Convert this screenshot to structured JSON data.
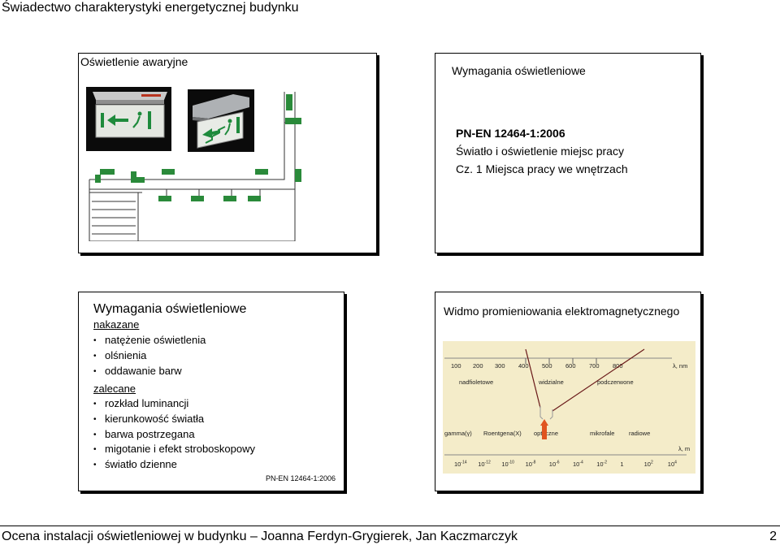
{
  "header": {
    "title": "Świadectwo charakterystyki energetycznej budynku"
  },
  "footer": {
    "text": "Ocena instalacji oświetleniowej w budynku – Joanna Ferdyn-Grygierek, Jan Kaczmarczyk",
    "page": "2"
  },
  "slide1": {
    "title": "Oświetlenie awaryjne"
  },
  "slide2": {
    "title": "Wymagania oświetleniowe",
    "norm": "PN-EN 12464-1:2006",
    "line2": "Światło i oświetlenie miejsc pracy",
    "line3": "Cz. 1 Miejsca pracy we wnętrzach"
  },
  "slide3": {
    "title": "Wymagania oświetleniowe",
    "required_label": "nakazane",
    "required": [
      "natężenie oświetlenia",
      "olśnienia",
      "oddawanie barw"
    ],
    "recommended_label": "zalecane",
    "recommended": [
      "rozkład luminancji",
      "kierunkowość światła",
      "barwa postrzegana",
      "migotanie i efekt stroboskopowy",
      "światło dzienne"
    ],
    "norm": "PN-EN 12464-1:2006"
  },
  "slide4": {
    "title": "Widmo promieniowania elektromagnetycznego",
    "wavelength_ticks": [
      "100",
      "200",
      "300",
      "400",
      "500",
      "600",
      "700",
      "800"
    ],
    "wavelength_unit": "λ, nm",
    "bands_top": [
      "nadfioletowe",
      "widzialne",
      "podczerwone"
    ],
    "bands_bottom": [
      "gamma(γ)",
      "Roentgena(X)",
      "optyczne",
      "mikrofale",
      "radiowe"
    ],
    "log_unit": "λ, m",
    "log_ticks": [
      {
        "base": "10",
        "exp": "-14"
      },
      {
        "base": "10",
        "exp": "-12"
      },
      {
        "base": "10",
        "exp": "-10"
      },
      {
        "base": "10",
        "exp": "-8"
      },
      {
        "base": "10",
        "exp": "-6"
      },
      {
        "base": "10",
        "exp": "-4"
      },
      {
        "base": "10",
        "exp": "-2"
      },
      {
        "base": "1",
        "exp": ""
      },
      {
        "base": "10",
        "exp": "2"
      },
      {
        "base": "10",
        "exp": "4"
      }
    ],
    "colors": {
      "background": "#f4ecc9",
      "arrow": "#e05520"
    }
  }
}
